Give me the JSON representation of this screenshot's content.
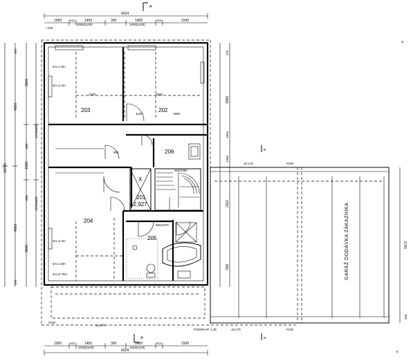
{
  "markers": {
    "section_a": "A",
    "section_b": "B",
    "corner_mark": "G",
    "page_mark": "8"
  },
  "dims": {
    "top_total": "6024",
    "top_edge": "+100",
    "top_chain": [
      "1560",
      "412",
      "1450",
      "1000(1100)",
      "300",
      "1450",
      "1000(1100)",
      "412",
      "1560"
    ],
    "left": [
      "10724",
      "4960",
      "4960",
      "3600",
      "600",
      "1500",
      "600",
      "3600",
      "1270(600)",
      "1270(600)",
      "375",
      "375"
    ],
    "right": [
      "3980",
      "3110",
      "1250",
      "1910",
      "560",
      "375"
    ]
  },
  "rooms": {
    "r203": "203",
    "r202": "202",
    "r206": "206",
    "r201": "201",
    "level": "+2,927",
    "r204": "204",
    "r205": "205",
    "x_mark": "X"
  },
  "room_dims": [
    "sm=1.8m",
    "sm=2.4m",
    "sm=2.4m",
    "sm=1.8m",
    "sm=0.75m",
    "2200",
    "3000",
    "1130",
    "1960",
    "850/1850",
    "800/1970",
    "800"
  ],
  "garage": {
    "label": "GARÁŽ DODÁVKA ZÁKAZNÍKA",
    "dim_right": "5572",
    "dim_bottom_right": "250",
    "top_left_mark": "#100",
    "bottom_left_mark": "#100",
    "top_level": "±0,175",
    "bottom_level": "±0,175",
    "threshold": "PODOKAP. 1,35",
    "house_level": "±0,175",
    "corner_offset": "#100"
  }
}
